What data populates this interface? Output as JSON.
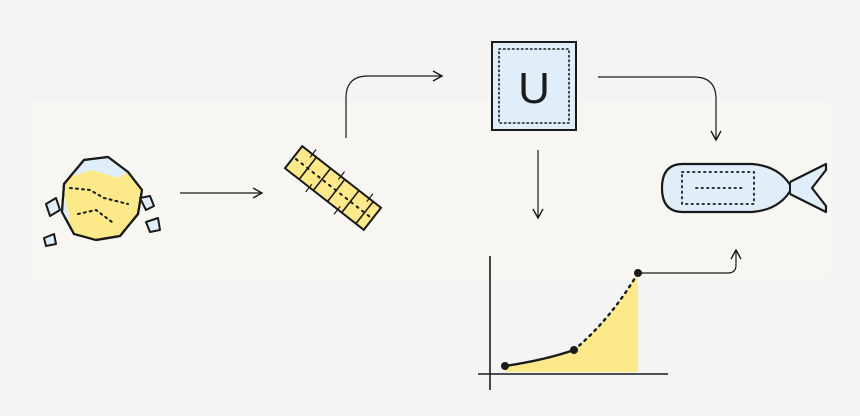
{
  "diagram": {
    "central_box": {
      "label": "U"
    },
    "nodes": [
      {
        "id": "ore",
        "icon": "uranium-ore-rock-icon"
      },
      {
        "id": "fuel",
        "icon": "fuel-rod-icon"
      },
      {
        "id": "element",
        "icon": "uranium-element-box-icon"
      },
      {
        "id": "curve",
        "icon": "exponential-growth-chart-icon"
      },
      {
        "id": "bomb",
        "icon": "bomb-icon"
      }
    ],
    "colors": {
      "background": "#f4f4f4",
      "panel": "#f7f6f3",
      "stroke": "#1a1a1a",
      "yellow": "#fbe98a",
      "light_blue": "#dfeef9"
    }
  }
}
